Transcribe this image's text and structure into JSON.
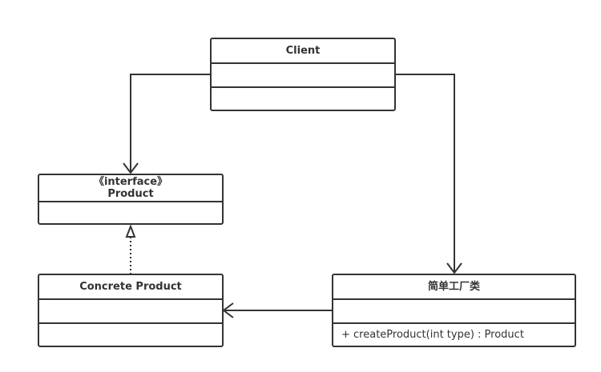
{
  "classes": {
    "client": {
      "name": "Client",
      "attributes": "",
      "operations": ""
    },
    "product": {
      "stereotype": "《interface》",
      "name": "Product",
      "attributes": ""
    },
    "concrete_product": {
      "name": "Concrete Product",
      "attributes": "",
      "operations": ""
    },
    "factory": {
      "name": "简单工厂类",
      "attributes": "",
      "operations": "+ createProduct(int type) : Product"
    }
  }
}
